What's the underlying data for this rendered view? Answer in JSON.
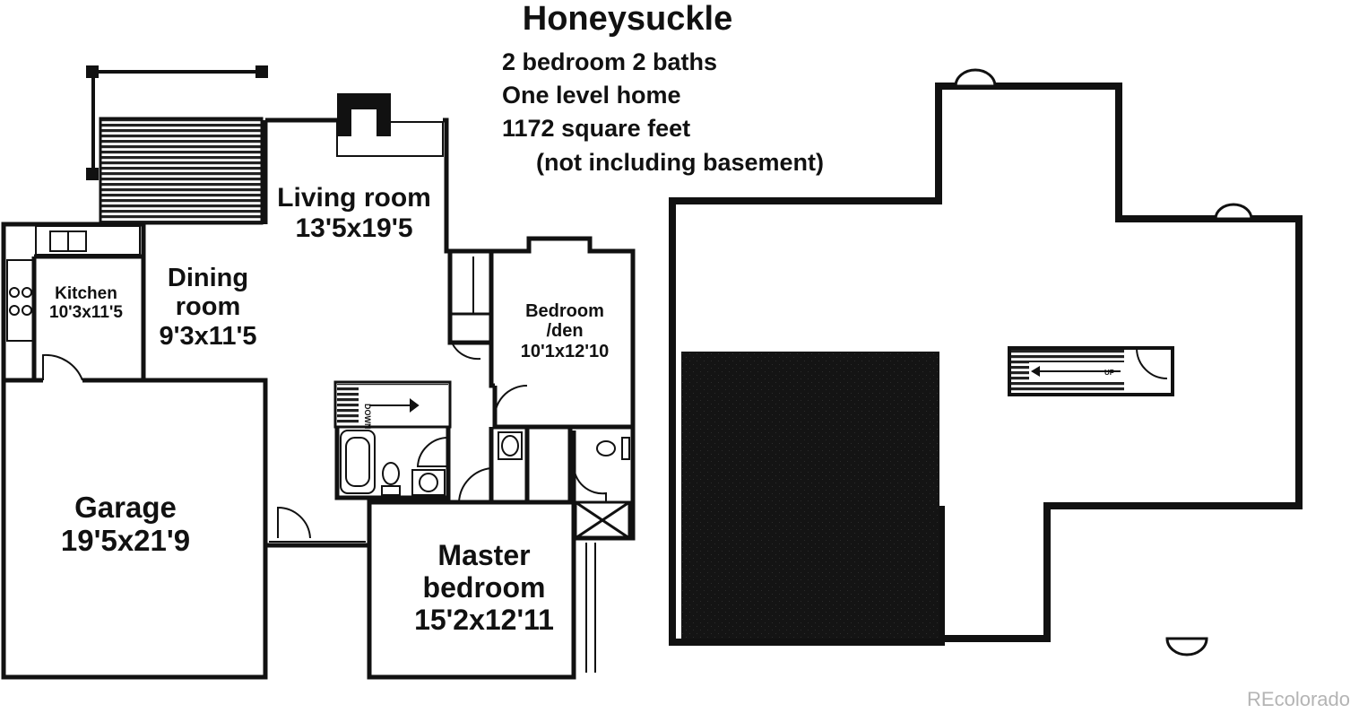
{
  "title": "Honeysuckle",
  "info": [
    "2 bedroom 2 baths",
    "One level home",
    "1172 square feet",
    "(not  including basement)"
  ],
  "rooms": {
    "living": {
      "name": "Living room",
      "size": "13'5x19'5"
    },
    "dining": {
      "name1": "Dining",
      "name2": "room",
      "size": "9'3x11'5"
    },
    "kitchen": {
      "name": "Kitchen",
      "size": "10'3x11'5"
    },
    "bedroom": {
      "name1": "Bedroom",
      "name2": "/den",
      "size": "10'1x12'10"
    },
    "garage": {
      "name": "Garage",
      "size": "19'5x21'9"
    },
    "master": {
      "name1": "Master",
      "name2": "bedroom",
      "size": "15'2x12'11"
    }
  },
  "stairs": {
    "main": "DOWN",
    "basement": "UP"
  },
  "watermark": "REcolorado",
  "colors": {
    "wall": "#111111",
    "fill": "#ffffff",
    "dark": "#141414",
    "watermark": "#b4b4b4"
  }
}
